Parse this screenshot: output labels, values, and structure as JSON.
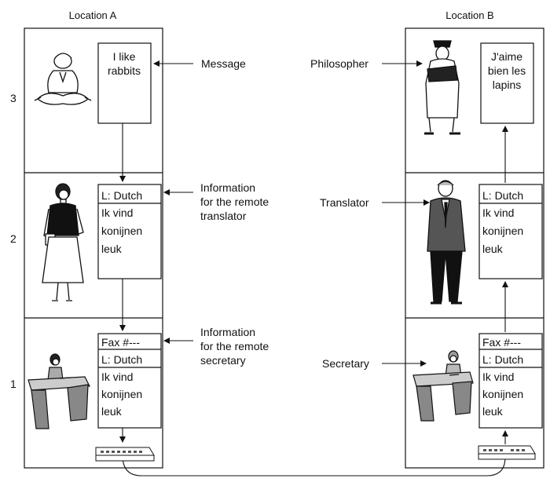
{
  "locations": {
    "a": "Location A",
    "b": "Location B"
  },
  "layer_numbers": [
    "3",
    "2",
    "1"
  ],
  "left": {
    "message_box": [
      "I like",
      "rabbits"
    ],
    "translator_box": {
      "header": "L: Dutch",
      "lines": [
        "Ik vind",
        "konijnen",
        "leuk"
      ]
    },
    "secretary_box": {
      "fax": "Fax #---",
      "header": "L: Dutch",
      "lines": [
        "Ik vind",
        "konijnen",
        "leuk"
      ]
    }
  },
  "right": {
    "message_box": [
      "J'aime",
      "bien les",
      "lapins"
    ],
    "translator_box": {
      "header": "L: Dutch",
      "lines": [
        "Ik vind",
        "konijnen",
        "leuk"
      ]
    },
    "secretary_box": {
      "fax": "Fax #---",
      "header": "L: Dutch",
      "lines": [
        "Ik vind",
        "konijnen",
        "leuk"
      ]
    }
  },
  "annotations": {
    "message": "Message",
    "info_translator": [
      "Information",
      "for the remote",
      "translator"
    ],
    "info_secretary": [
      "Information",
      "for the remote",
      "secretary"
    ]
  },
  "roles": {
    "philosopher": "Philosopher",
    "translator": "Translator",
    "secretary": "Secretary"
  }
}
